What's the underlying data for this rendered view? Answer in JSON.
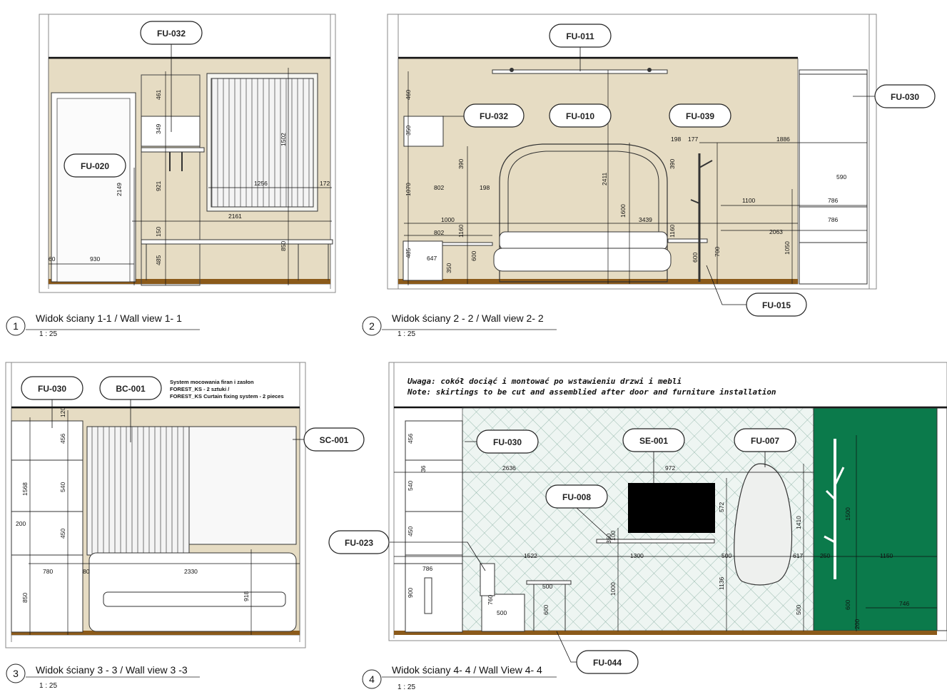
{
  "colors": {
    "wall_beige": "#e6dcc3",
    "floor": "#8b5a1a",
    "green_wall": "#0b7a4b",
    "tile_pattern": "#e8f1ee",
    "tv": "#000000"
  },
  "views": [
    {
      "number": "1",
      "title": "Widok ściany 1-1 / Wall view 1-  1",
      "scale": "1 : 25",
      "tags": [
        "FU-032",
        "FU-020"
      ],
      "dims": [
        "461",
        "349",
        "921",
        "150",
        "485",
        "1502",
        "1256",
        "172",
        "2161",
        "850",
        "2149",
        "930",
        "60"
      ]
    },
    {
      "number": "2",
      "title": "Widok ściany 2 - 2 / Wall view 2- 2",
      "scale": "1 : 25",
      "tags": [
        "FU-011",
        "FU-032",
        "FU-010",
        "FU-039",
        "FU-030",
        "FU-015"
      ],
      "dims": [
        "460",
        "350",
        "1070",
        "802",
        "198",
        "390",
        "1000",
        "802",
        "1160",
        "600",
        "485",
        "647",
        "350",
        "2411",
        "1600",
        "3439",
        "198",
        "177",
        "1886",
        "590",
        "786",
        "1100",
        "786",
        "2063",
        "1160",
        "600",
        "700",
        "1050",
        "390"
      ]
    },
    {
      "number": "3",
      "title": "Widok ściany 3 - 3 / Wall view 3  -3",
      "scale": "1 : 25",
      "tags": [
        "FU-030",
        "BC-001",
        "SC-001"
      ],
      "note_lines": [
        "System mocowania firan i zasłon",
        "FOREST_KS - 2 sztuki /",
        "FOREST_KS Curtain fixing system - 2 pieces"
      ],
      "dims": [
        "120",
        "456",
        "1568",
        "540",
        "450",
        "200",
        "780",
        "80",
        "2330",
        "918",
        "850"
      ]
    },
    {
      "number": "4",
      "title": "Widok ściany 4- 4 / Wall View 4-  4",
      "scale": "1 : 25",
      "tags": [
        "FU-030",
        "SE-001",
        "FU-007",
        "FU-008",
        "FU-023",
        "FU-044"
      ],
      "note_lines": [
        "Uwaga: cokół dociąć i montować po wstawieniu drzwi  i mebli",
        "Note: skirtings to be cut and assemblied after door and furniture installation"
      ],
      "dims": [
        "456",
        "36",
        "540",
        "450",
        "2636",
        "972",
        "572",
        "1410",
        "1500",
        "1522",
        "1300",
        "500",
        "617",
        "250",
        "1150",
        "786",
        "900",
        "760",
        "500",
        "600",
        "500",
        "1000",
        "1136",
        "500",
        "600",
        "200",
        "746",
        "100",
        "350"
      ]
    }
  ]
}
